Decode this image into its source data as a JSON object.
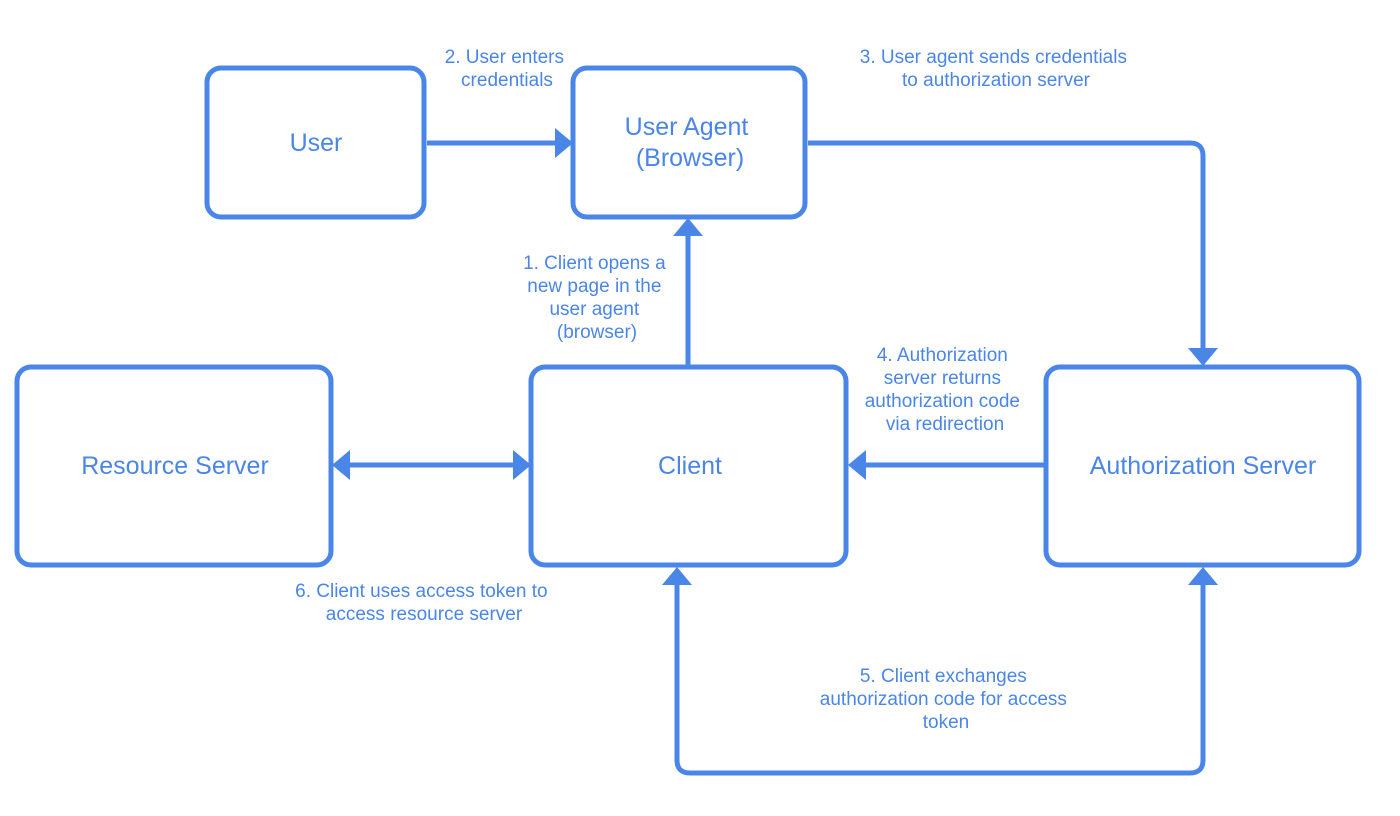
{
  "nodes": {
    "user": [
      "User"
    ],
    "user_agent": [
      "User Agent",
      "(Browser)"
    ],
    "resource_server": [
      "Resource Server"
    ],
    "client": [
      "Client"
    ],
    "authorization_server": [
      "Authorization Server"
    ]
  },
  "edges": {
    "step1": [
      "1. Client opens a",
      "new page in the",
      "user agent",
      "(browser)"
    ],
    "step2": [
      "2. User enters",
      "credentials"
    ],
    "step3": [
      "3. User agent sends credentials",
      "to authorization server"
    ],
    "step4": [
      "4. Authorization",
      "server returns",
      "authorization code",
      "via redirection"
    ],
    "step5": [
      "5. Client exchanges",
      "authorization code for access",
      "token"
    ],
    "step6": [
      "6. Client uses access token to",
      "access resource server"
    ]
  },
  "colors": {
    "accent": "#4a86e8",
    "background": "#ffffff"
  }
}
